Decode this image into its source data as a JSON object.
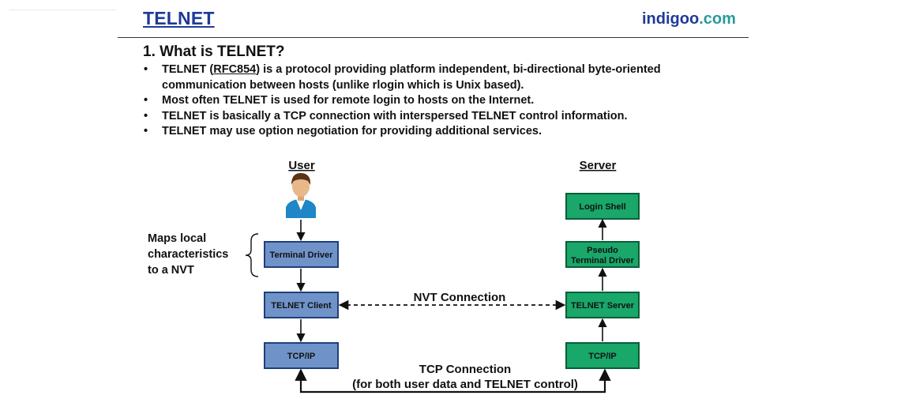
{
  "header": {
    "title": "TELNET",
    "brand_part1": "indigoo",
    "brand_part2": ".com"
  },
  "section": {
    "heading": "1. What is TELNET?",
    "bullets": [
      {
        "prefix": "TELNET (",
        "rfc": "RFC854",
        "suffix": ") is a protocol providing platform independent, bi-directional byte-oriented",
        "line2": "communication between hosts (unlike rlogin which is Unix based)."
      },
      {
        "text": "Most often TELNET is used for remote login to hosts on the Internet."
      },
      {
        "text": "TELNET is basically a TCP connection with interspersed TELNET control information."
      },
      {
        "text": "TELNET may use option negotiation for providing additional services."
      }
    ],
    "bullet_char": "•"
  },
  "diagram": {
    "user_heading": "User",
    "server_heading": "Server",
    "note_lines": [
      "Maps local",
      "characteristics",
      "to a NVT"
    ],
    "user_boxes": [
      "Terminal Driver",
      "TELNET Client",
      "TCP/IP"
    ],
    "server_boxes": {
      "login_shell": "Login Shell",
      "pseudo_line1": "Pseudo",
      "pseudo_line2": "Terminal Driver",
      "telnet_server": "TELNET Server",
      "tcpip": "TCP/IP"
    },
    "nvt_label": "NVT Connection",
    "tcp_label_line1": "TCP Connection",
    "tcp_label_line2": "(for both user data and TELNET control)",
    "colors": {
      "user_fill": "#6f93c9",
      "user_stroke": "#1f3f7a",
      "server_fill": "#19a76a",
      "server_stroke": "#0c5d39",
      "arrow": "#111111"
    },
    "icons": {
      "user": "user-person-icon",
      "brace": "curly-brace-icon"
    }
  }
}
